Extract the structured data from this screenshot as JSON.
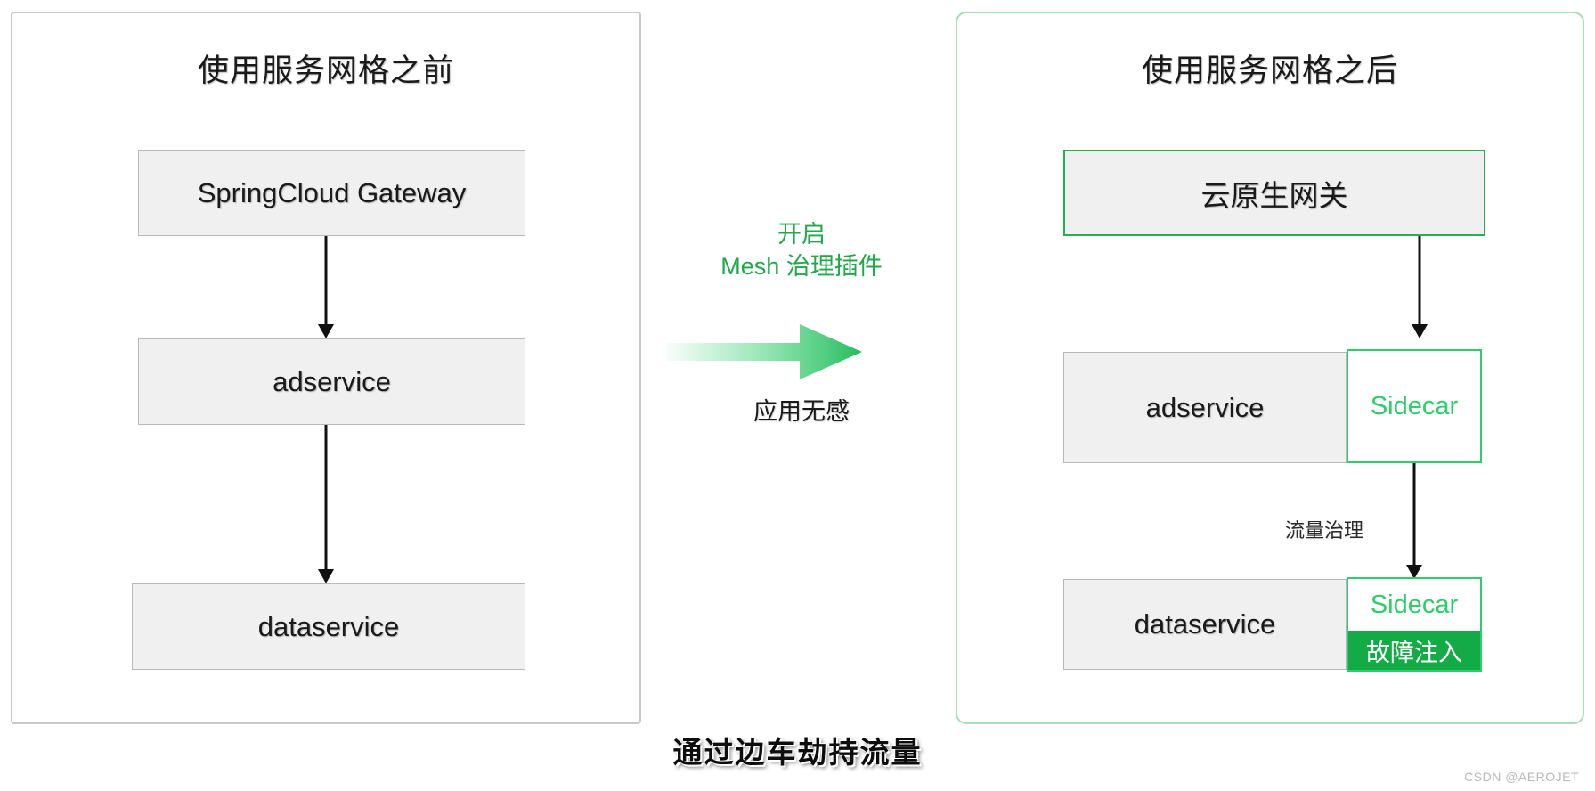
{
  "left_panel": {
    "title": "使用服务网格之前",
    "nodes": [
      {
        "label": "SpringCloud Gateway"
      },
      {
        "label": "adservice"
      },
      {
        "label": "dataservice"
      }
    ]
  },
  "middle": {
    "green_label_line1": "开启",
    "green_label_line2": "Mesh 治理插件",
    "black_label": "应用无感",
    "arrow_icon": "right-arrow-gradient-icon"
  },
  "right_panel": {
    "title": "使用服务网格之后",
    "gateway": {
      "label": "云原生网关"
    },
    "services": [
      {
        "label": "adservice",
        "sidecar": "Sidecar"
      },
      {
        "label": "dataservice",
        "sidecar": "Sidecar",
        "fault": "故障注入"
      }
    ],
    "edge_label": "流量治理"
  },
  "caption": "通过边车劫持流量",
  "watermark": "CSDN @AEROJET",
  "colors": {
    "green_accent": "#2ecc6a",
    "green_dark": "#13ab46",
    "green_text": "#21a84a",
    "panel_border_gray": "#c9c9c9",
    "panel_border_green": "#a8dfb4",
    "node_fill": "#f0f0f0",
    "node_border": "#b8b8b8",
    "arrow_black": "#111111"
  }
}
